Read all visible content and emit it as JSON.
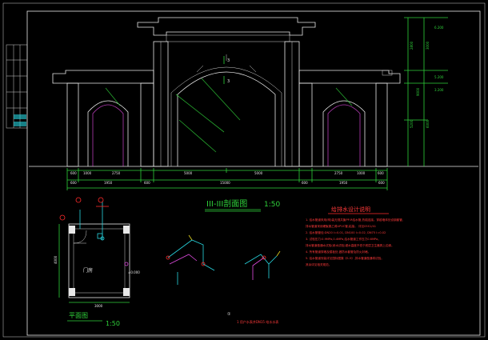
{
  "colors": {
    "background": "#000000",
    "frame": "#e8e8e8",
    "dimension": "#2fd13a",
    "pipe_cyan": "#27d6e0",
    "pipe_magenta": "#e04be0",
    "pipe_red": "#ff2b2b",
    "note_red": "#ff3a3a",
    "title_green": "#2fd13a"
  },
  "section": {
    "title": "III-III剖面图",
    "scale": "1:50",
    "top_dims": [
      "600",
      "1000",
      "2750",
      "5000",
      "5000",
      "2750",
      "1000",
      "600"
    ],
    "bottom_dims": [
      "600",
      "1950",
      "600",
      "15000",
      "600",
      "1950",
      "600"
    ],
    "height_dims": [
      "2800",
      "3000",
      "5200",
      "6000",
      "9000"
    ],
    "level_marks": [
      "6.200",
      "5.200",
      "3.200"
    ],
    "section_marks": [
      "3",
      "3"
    ]
  },
  "plan": {
    "title": "平面图",
    "scale": "1:50",
    "room_label": "门房",
    "width_dim": "3000",
    "height_dim": "4000",
    "elevation": "±0.000"
  },
  "notes": {
    "title": "给排水设计说明",
    "items": [
      "1. 给水管道采用(明)装无规共聚PP-R给水管,热熔连接。穿越墙体处设钢套管,",
      "   排水管道采用硬聚氯乙烯UPVC管,粘接。                     详见05S1/41",
      "2. 给水管管径:DN20  I=0.01, DN100 I=0.02, DN75 I=0.02",
      "3. 试验压力:0.9MPa,0.4MPa,给水管道工作压力0.6MPa。",
      "   排水管道做通水试验(闭水试验)灌水高度不低于底层卫生器具上边缘。",
      "4. 所有管道穿墙及楼板处,做防水套管及防火封堵。",
      "5. 给水管道安装详见国标图集《S-5》,排水管道做通球试验。",
      "   其余详见相关规范。"
    ]
  },
  "legend": {
    "symbol": "①",
    "text": "1  用户水表井DN15 给水水表"
  },
  "title_block": {
    "cells": [
      "",
      "",
      "",
      "",
      "",
      ""
    ]
  }
}
